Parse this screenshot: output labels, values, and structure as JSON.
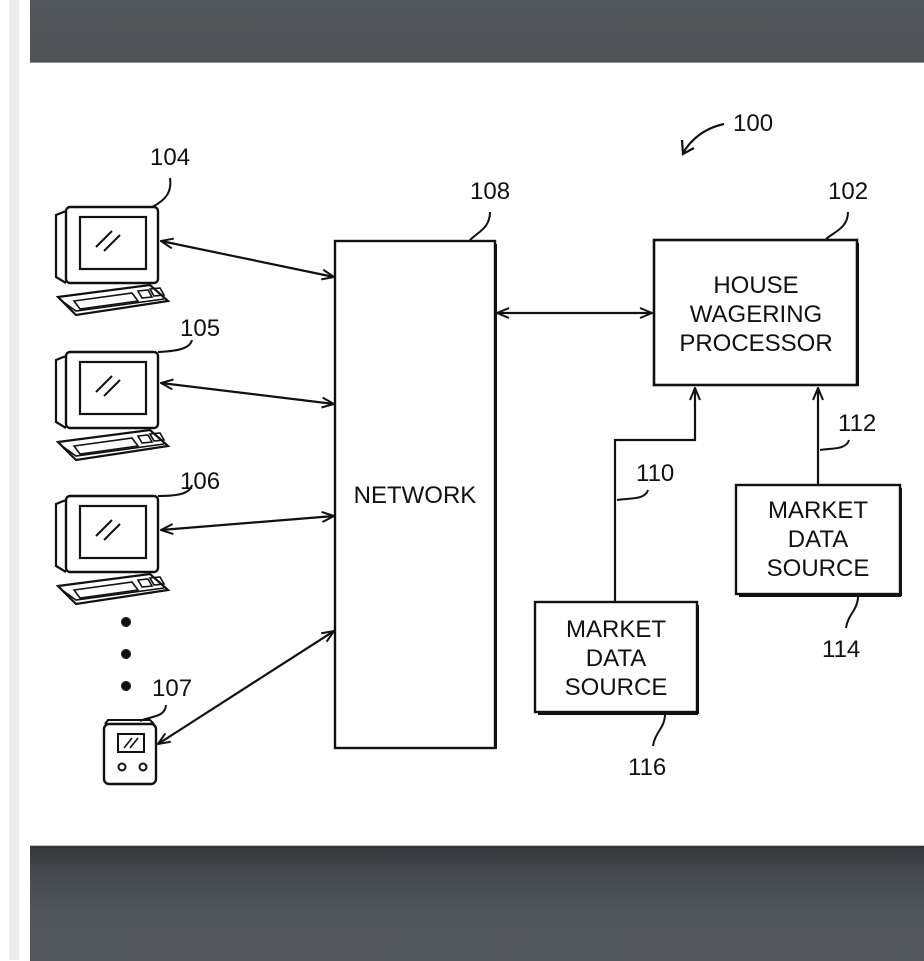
{
  "viewer": {
    "top_bar": "",
    "bottom_bar": ""
  },
  "figure": {
    "ref_system": "100",
    "network": {
      "ref": "108",
      "label": "NETWORK"
    },
    "house_processor": {
      "ref": "102",
      "lines": [
        "HOUSE",
        "WAGERING",
        "PROCESSOR"
      ]
    },
    "market_source_a": {
      "ref": "114",
      "lines": [
        "MARKET",
        "DATA",
        "SOURCE"
      ],
      "link_ref": "112"
    },
    "market_source_b": {
      "ref": "116",
      "lines": [
        "MARKET",
        "DATA",
        "SOURCE"
      ],
      "link_ref": "110"
    },
    "terminals": [
      {
        "ref": "104",
        "type": "desktop-computer"
      },
      {
        "ref": "105",
        "type": "desktop-computer"
      },
      {
        "ref": "106",
        "type": "desktop-computer"
      },
      {
        "ref": "107",
        "type": "handheld-device"
      }
    ],
    "ellipsis": "•••"
  }
}
